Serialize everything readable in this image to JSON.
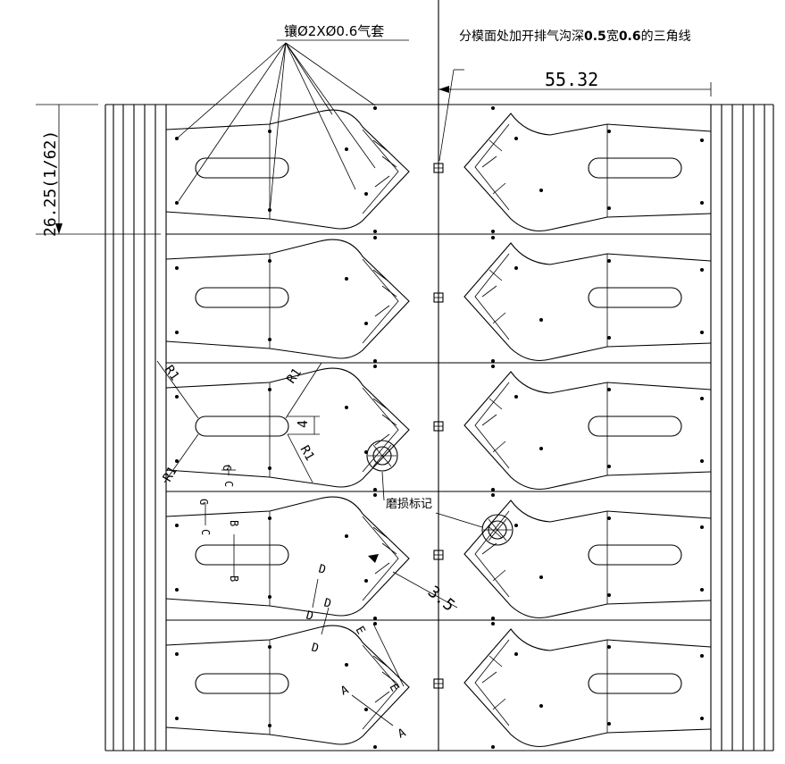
{
  "notes": {
    "insert_label": "镶Ø2XØ0.6气套",
    "parting_note_a": "分模面处加开排气沟深",
    "parting_note_b": "0.5",
    "parting_note_c": "宽",
    "parting_note_d": "0.6",
    "parting_note_e": "的三角线",
    "wear_mark": "磨损标记"
  },
  "dimensions": {
    "top_width": "55.32",
    "left_pitch": "26.25(1/62)",
    "slot_height": "4",
    "gap": "3.5"
  },
  "radii": {
    "r1_a": "R1",
    "r1_b": "R1",
    "r1_c": "R1",
    "r1_d": "R1"
  },
  "sections": {
    "gc_1": "G",
    "gc_2": "C",
    "gc_3": "G",
    "gc_4": "C",
    "b_1": "B",
    "b_2": "B",
    "d_1": "D",
    "d_2": "D",
    "d_3": "D",
    "d_4": "D",
    "e_1": "E",
    "e_2": "E",
    "a_1": "A",
    "a_2": "A"
  }
}
